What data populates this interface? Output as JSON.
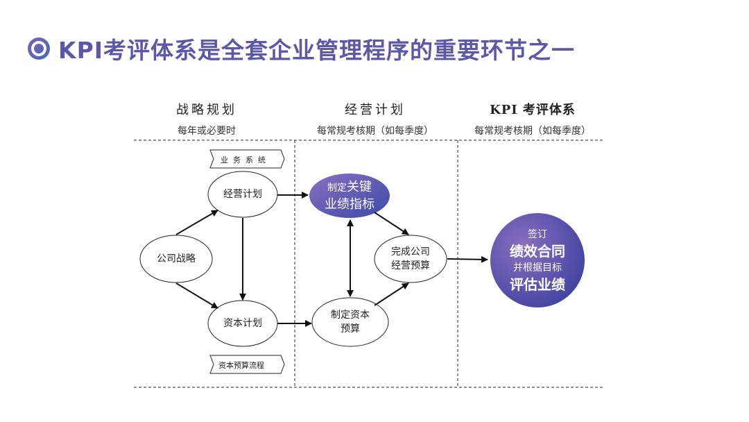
{
  "title": "KPI考评体系是全套企业管理程序的重要环节之一",
  "columns": [
    {
      "heading": "战略规划",
      "sub": "每年或必要时"
    },
    {
      "heading": "经营计划",
      "sub": "每常规考核期（如每季度）"
    },
    {
      "heading": "KPI 考评体系",
      "sub": "每常规考核期（如每季度）"
    }
  ],
  "banners": {
    "top": "业务系统",
    "bottom": "资本预算流程"
  },
  "nodes": {
    "strategy": "公司战略",
    "business_plan": "经营计划",
    "capital_plan": "资本计划",
    "kpi_small": "制定",
    "kpi_large1": "关键",
    "kpi_large2": "业绩指标",
    "budget_line1": "完成公司",
    "budget_line2": "经营预算",
    "capital_budget_line1": "制定资本",
    "capital_budget_line2": "预算",
    "final_line1": "签订",
    "final_line2": "绩效合同",
    "final_line3": "并根据目标",
    "final_line4": "评估业绩"
  },
  "colors": {
    "title": "#5c57a6",
    "accent_start": "#8a6fc0",
    "accent_end": "#3c4aa8"
  }
}
